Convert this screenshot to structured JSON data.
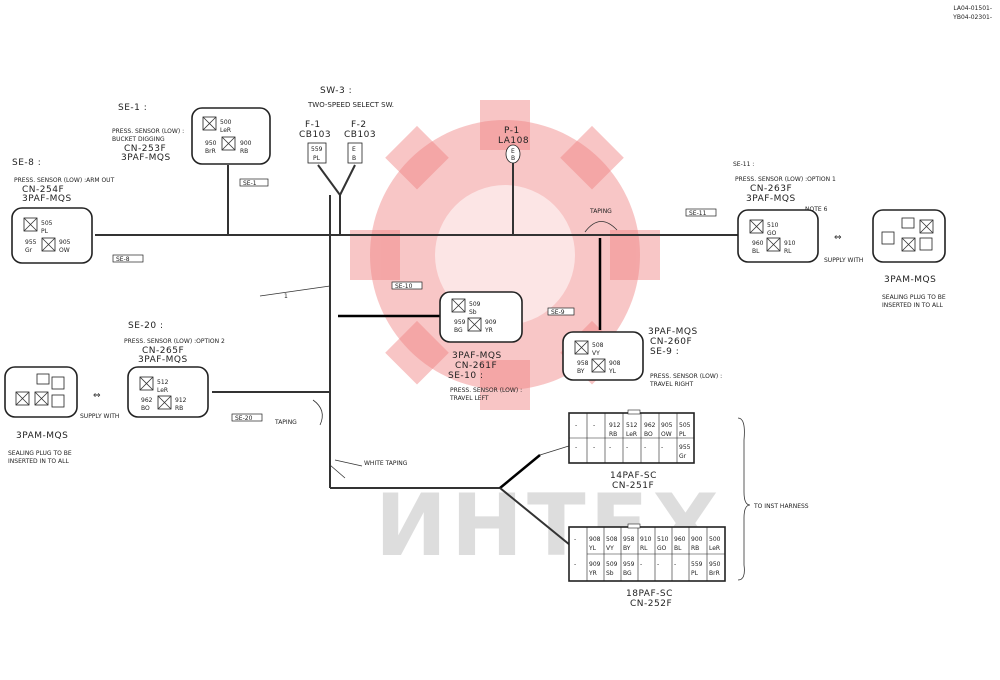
{
  "doc_codes": [
    "LA04-01501-",
    "YB04-02301-"
  ],
  "watermark": "ИНТЕХ",
  "sw3": {
    "ref": "SW-3 :",
    "desc": "TWO-SPEED SELECT SW.",
    "f1": "F-1",
    "f1_part": "CB103",
    "f1_pin": [
      "559",
      "PL"
    ],
    "f2": "F-2",
    "f2_part": "CB103",
    "f2_pin": [
      "E",
      "B"
    ]
  },
  "p1": {
    "ref": "P-1",
    "part": "LA108",
    "pin": [
      "E",
      "B"
    ]
  },
  "se1": {
    "ref": "SE-1 :",
    "desc1": "PRESS. SENSOR (LOW) :",
    "desc2": "BUCKET DIGGING",
    "cn": "CN-253F",
    "type": "3PAF-MQS",
    "tag": "SE-1",
    "pins": [
      [
        "500",
        "LeR"
      ],
      [
        "950",
        "BrR"
      ],
      [
        "900",
        "RB"
      ]
    ]
  },
  "se8": {
    "ref": "SE-8 :",
    "desc1": "PRESS. SENSOR (LOW) :ARM OUT",
    "cn": "CN-254F",
    "type": "3PAF-MQS",
    "tag": "SE-8",
    "pins": [
      [
        "505",
        "PL"
      ],
      [
        "955",
        "Gr"
      ],
      [
        "905",
        "OW"
      ]
    ]
  },
  "se11": {
    "ref": "SE-11 :",
    "desc1": "PRESS. SENSOR (LOW) :OPTION 1",
    "cn": "CN-263F",
    "type": "3PAF-MQS",
    "note": "NOTE 6",
    "tag": "SE-11",
    "pins": [
      [
        "510",
        "GO"
      ],
      [
        "960",
        "BL"
      ],
      [
        "910",
        "RL"
      ]
    ]
  },
  "se10": {
    "tag": "SE-10",
    "type": "3PAF-MQS",
    "cn": "CN-261F",
    "ref": "SE-10 :",
    "desc1": "PRESS. SENSOR (LOW) :",
    "desc2": "TRAVEL LEFT",
    "pins": [
      [
        "509",
        "Sb"
      ],
      [
        "959",
        "BG"
      ],
      [
        "909",
        "YR"
      ]
    ]
  },
  "se9": {
    "tag": "SE-9",
    "type": "3PAF-MQS",
    "cn": "CN-260F",
    "ref": "SE-9 :",
    "desc1": "PRESS. SENSOR (LOW) :",
    "desc2": "TRAVEL RIGHT",
    "pins": [
      [
        "508",
        "VY"
      ],
      [
        "958",
        "BY"
      ],
      [
        "908",
        "YL"
      ]
    ]
  },
  "se20": {
    "ref": "SE-20 :",
    "desc1": "PRESS. SENSOR (LOW) :OPTION 2",
    "cn": "CN-265F",
    "type": "3PAF-MQS",
    "tag": "SE-20",
    "pins": [
      [
        "512",
        "LeR"
      ],
      [
        "962",
        "BO"
      ],
      [
        "912",
        "RB"
      ]
    ]
  },
  "mate_right": {
    "supply": "SUPPLY WITH",
    "type": "3PAM-MQS",
    "note1": "SEALING PLUG TO BE",
    "note2": "INSERTED IN TO ALL"
  },
  "mate_left": {
    "supply": "SUPPLY WITH",
    "type": "3PAM-MQS",
    "note1": "SEALING PLUG TO BE",
    "note2": "INSERTED IN TO ALL"
  },
  "wire1_label": "1",
  "taping": "TAPING",
  "white_taping": "WHITE TAPING",
  "to_inst": "TO INST HARNESS",
  "cn251": {
    "type": "14PAF-SC",
    "cn": "CN-251F",
    "row1": [
      "-",
      "-",
      "912",
      "512",
      "962",
      "905",
      "505"
    ],
    "row1b": [
      "",
      "",
      "RB",
      "LeR",
      "BO",
      "OW",
      "PL"
    ],
    "row2": [
      "-",
      "-",
      "-",
      "-",
      "-",
      "-",
      "955"
    ],
    "row2b": [
      "",
      "",
      "",
      "",
      "",
      "",
      "Gr"
    ]
  },
  "cn252": {
    "type": "18PAF-SC",
    "cn": "CN-252F",
    "row1": [
      "-",
      "908",
      "508",
      "958",
      "910",
      "510",
      "960",
      "900",
      "500"
    ],
    "row1b": [
      "",
      "YL",
      "VY",
      "BY",
      "RL",
      "GO",
      "BL",
      "RB",
      "LeR"
    ],
    "row2": [
      "-",
      "909",
      "509",
      "959",
      "-",
      "-",
      "-",
      "559",
      "950"
    ],
    "row2b": [
      "",
      "YR",
      "Sb",
      "BG",
      "",
      "",
      "",
      "PL",
      "BrR"
    ]
  }
}
